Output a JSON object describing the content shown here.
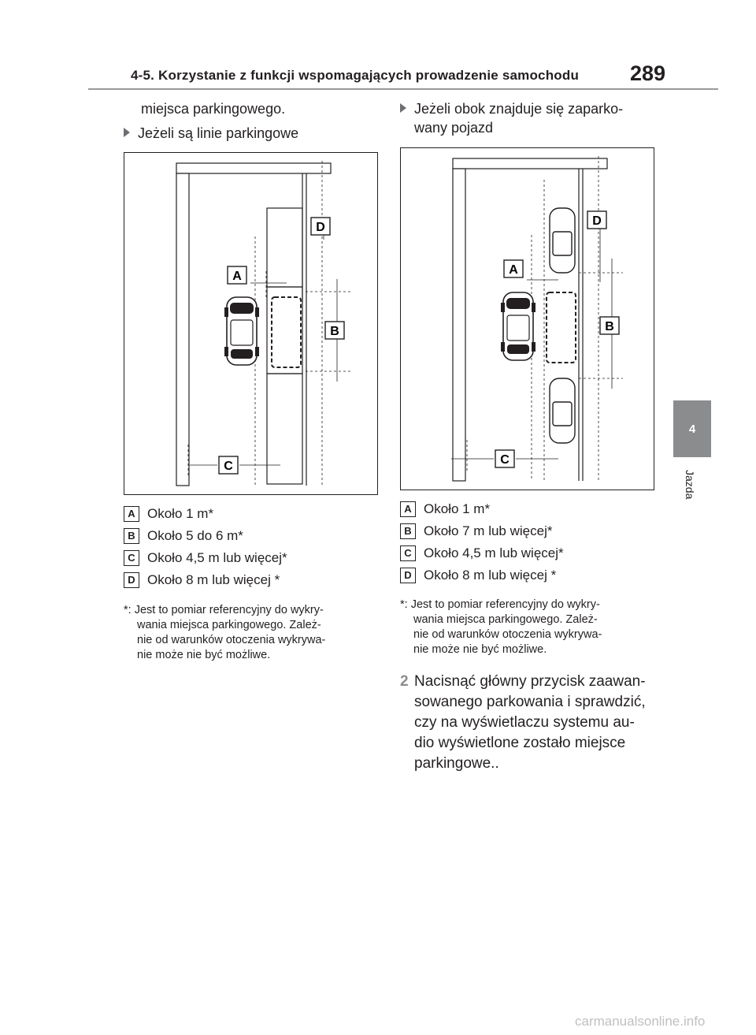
{
  "header": {
    "title": "4-5. Korzystanie z funkcji wspomagających prowadzenie samochodu",
    "page_number": "289"
  },
  "side_tab": {
    "number": "4",
    "label": "Jazda"
  },
  "left_column": {
    "continuation": "miejsca parkingowego.",
    "heading": "Jeżeli są linie parkingowe",
    "diagram_labels": {
      "a": "A",
      "b": "B",
      "c": "C",
      "d": "D"
    },
    "items": [
      {
        "badge": "A",
        "text": "Około 1 m*"
      },
      {
        "badge": "B",
        "text": "Około 5 do 6 m*"
      },
      {
        "badge": "C",
        "text": "Około 4,5 m lub więcej*"
      },
      {
        "badge": "D",
        "text": "Około 8 m lub więcej *"
      }
    ],
    "note_lines": [
      "*: Jest to pomiar referencyjny do wykry-",
      "wania miejsca parkingowego. Zależ-",
      "nie od warunków otoczenia wykrywa-",
      "nie może nie być możliwe."
    ]
  },
  "right_column": {
    "heading_line1": "Jeżeli obok znajduje się zaparko-",
    "heading_line2": "wany pojazd",
    "diagram_labels": {
      "a": "A",
      "b": "B",
      "c": "C",
      "d": "D"
    },
    "items": [
      {
        "badge": "A",
        "text": "Około 1 m*"
      },
      {
        "badge": "B",
        "text": "Około 7 m lub więcej*"
      },
      {
        "badge": "C",
        "text": "Około 4,5 m lub więcej*"
      },
      {
        "badge": "D",
        "text": "Około 8 m lub więcej *"
      }
    ],
    "note_lines": [
      "*: Jest to pomiar referencyjny do wykry-",
      "wania miejsca parkingowego. Zależ-",
      "nie od warunków otoczenia wykrywa-",
      "nie może nie być możliwe."
    ],
    "step": {
      "number": "2",
      "lines": [
        "Nacisnąć główny przycisk zaawan-",
        "sowanego parkowania i sprawdzić,",
        "czy na wyświetlaczu systemu au-",
        "dio wyświetlone zostało miejsce",
        "parkingowe.."
      ]
    }
  },
  "footer": {
    "watermark": "carmanualsonline.info"
  },
  "colors": {
    "side_tab": "#8a8c8e",
    "rule": "#9a9a9a",
    "bullet": "#6d6e71"
  }
}
